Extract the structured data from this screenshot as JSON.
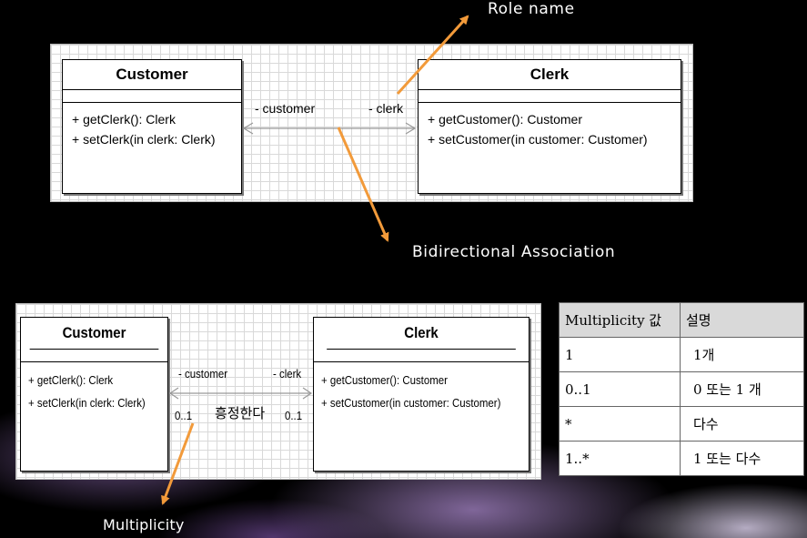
{
  "top_diagram": {
    "class_left": {
      "name": "Customer",
      "operations": [
        "+  getClerk(): Clerk",
        "+  setClerk(in clerk: Clerk)"
      ]
    },
    "class_right": {
      "name": "Clerk",
      "operations": [
        "+  getCustomer(): Customer",
        "+  setCustomer(in customer: Customer)"
      ]
    },
    "role_left": "- customer",
    "role_right": "- clerk"
  },
  "bottom_diagram": {
    "class_left": {
      "name": "Customer",
      "operations": [
        "+  getClerk(): Clerk",
        "+  setClerk(in clerk: Clerk)"
      ]
    },
    "class_right": {
      "name": "Clerk",
      "operations": [
        "+  getCustomer(): Customer",
        "+  setCustomer(in customer: Customer)"
      ]
    },
    "role_left": "- customer",
    "role_right": "- clerk",
    "mult_left": "0..1",
    "mult_right": "0..1",
    "assoc_label": "흥정한다"
  },
  "annotations": {
    "role_name": "Role name",
    "bidirectional": "Bidirectional  Association",
    "multiplicity": "Multiplicity"
  },
  "multiplicity_table": {
    "headers": [
      "Multiplicity 값",
      "설명"
    ],
    "rows": [
      [
        "1",
        "1개"
      ],
      [
        "0..1",
        "0 또는 1 개"
      ],
      [
        "*",
        "다수"
      ],
      [
        "1..*",
        "1 또는 다수"
      ]
    ]
  },
  "colors": {
    "arrow": "#f29a3a",
    "background": "#000000",
    "header_fill": "#d9d9d9"
  }
}
